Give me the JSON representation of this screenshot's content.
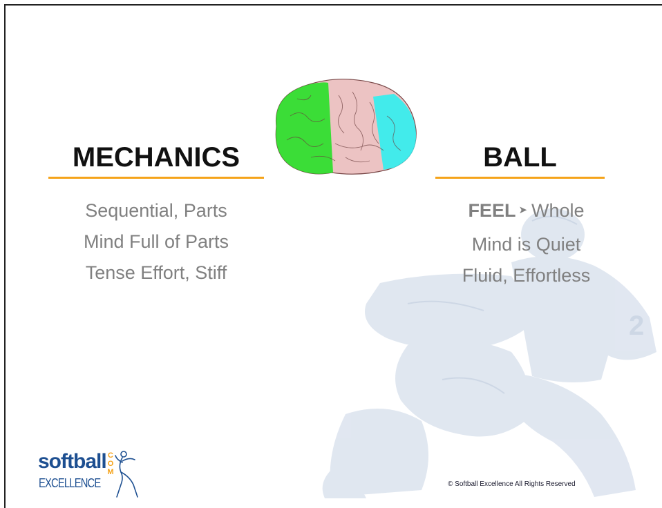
{
  "slide": {
    "left": {
      "heading": "MECHANICS",
      "lines": [
        "Sequential, Parts",
        "Mind Full of Parts",
        "Tense Effort, Stiff"
      ]
    },
    "right": {
      "heading": "BALL",
      "feel_word": "FEEL",
      "feel_arrow": "➤",
      "feel_rest": "Whole",
      "lines": [
        "Mind is Quiet",
        "Fluid, Effortless"
      ]
    },
    "brain": {
      "icon": "brain-illustration",
      "regions": [
        {
          "name": "front",
          "color": "#22e022"
        },
        {
          "name": "middle",
          "color": "#e8b4b4"
        },
        {
          "name": "back",
          "color": "#2ef0f0"
        }
      ]
    },
    "watermark": {
      "icon": "softball-player-watermark",
      "color": "#d9e2ee"
    },
    "accent_color": "#f5a31a"
  },
  "logo": {
    "word1": "softball",
    "word2": "EXCELLENCE",
    "com": [
      "C",
      "O",
      "M"
    ],
    "icon": "pitcher-figure-logo",
    "color": "#1d4f91"
  },
  "footer": {
    "copyright": "© Softball Excellence All Rights Reserved"
  }
}
